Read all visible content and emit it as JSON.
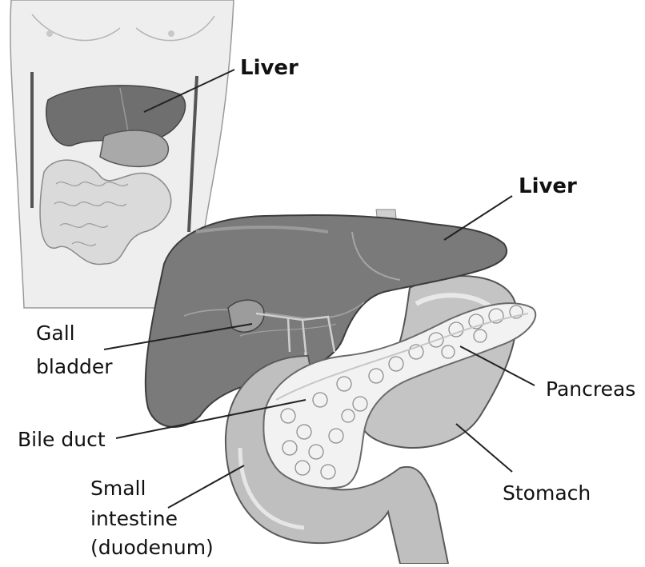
{
  "labels": {
    "inset_liver": "Liver",
    "main_liver": "Liver",
    "gall_bladder_line1": "Gall",
    "gall_bladder_line2": "bladder",
    "bile_duct": "Bile duct",
    "pancreas": "Pancreas",
    "stomach": "Stomach",
    "small_intestine_line1": "Small",
    "small_intestine_line2": "intestine",
    "small_intestine_line3": "(duodenum)"
  }
}
